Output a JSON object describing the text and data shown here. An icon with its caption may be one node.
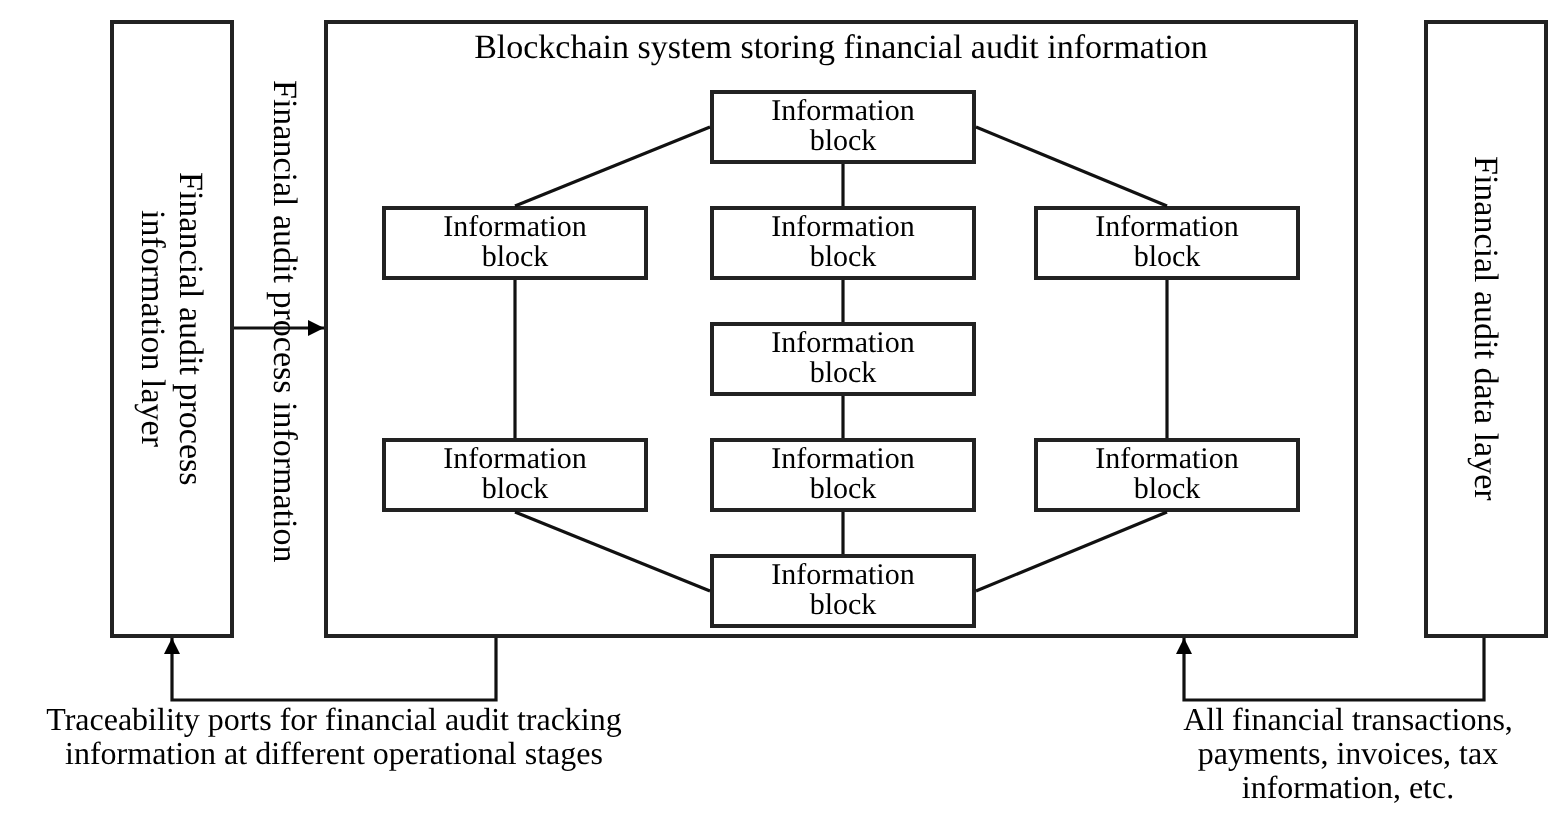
{
  "diagram": {
    "nodes": [
      {
        "text": [
          "Financial audit process information layer"
        ]
      },
      {
        "text": [
          "Blockchain system storing financial audit information"
        ]
      },
      {
        "text": [
          "Information block"
        ],
        "in": 1
      },
      {
        "text": [
          "Information block"
        ],
        "in": 1
      },
      {
        "text": [
          "Information block"
        ],
        "in": 1
      },
      {
        "text": [
          "Information block"
        ],
        "in": 1
      },
      {
        "text": [
          "Information block"
        ],
        "in": 1
      },
      {
        "text": [
          "Information block"
        ],
        "in": 1
      },
      {
        "text": [
          "Information block"
        ],
        "in": 1
      },
      {
        "text": [
          "Information block"
        ],
        "in": 1
      },
      {
        "text": [
          "Information block"
        ],
        "in": 1
      },
      {
        "text": [
          "Financial audit data layer"
        ]
      }
    ],
    "edges": [
      {
        "from": 0,
        "to": 1,
        "arrow": "to",
        "label": "Financial audit process information"
      },
      {
        "from": 2,
        "to": 3,
        "arrow": "none"
      },
      {
        "from": 2,
        "to": 5,
        "arrow": "none"
      },
      {
        "from": 2,
        "to": 4,
        "arrow": "none"
      },
      {
        "from": 4,
        "to": 6,
        "arrow": "none"
      },
      {
        "from": 6,
        "to": 8,
        "arrow": "none"
      },
      {
        "from": 8,
        "to": 10,
        "arrow": "none"
      },
      {
        "from": 3,
        "to": 7,
        "arrow": "none"
      },
      {
        "from": 5,
        "to": 9,
        "arrow": "none"
      },
      {
        "from": 7,
        "to": 10,
        "arrow": "none"
      },
      {
        "from": 9,
        "to": 10,
        "arrow": "none"
      },
      {
        "from": 1,
        "to": 0,
        "arrow": "to",
        "label": "Traceability ports for financial audit tracking information at different operational stages"
      },
      {
        "from": 11,
        "to": 1,
        "arrow": "to",
        "label": "All financial transactions, payments, invoices, tax information, etc."
      }
    ]
  }
}
